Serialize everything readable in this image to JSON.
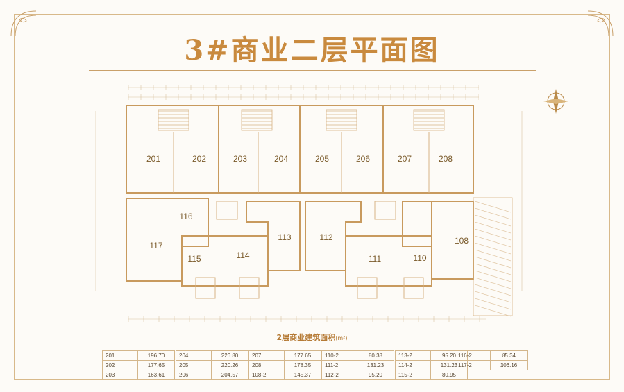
{
  "title": "3#商业二层平面图",
  "area_table_title": "2层商业建筑面积",
  "area_table_unit": "(m²)",
  "colors": {
    "gold": "#c98a3e",
    "line": "#d3b68b",
    "wall": "#c89a5e"
  },
  "compass_icon": "compass-rose-icon",
  "upper_units": [
    "201",
    "202",
    "203",
    "204",
    "205",
    "206",
    "207",
    "208"
  ],
  "lower_units": [
    "116",
    "117",
    "115",
    "114",
    "113",
    "112",
    "111",
    "110",
    "108"
  ],
  "area_tables": [
    [
      [
        "201",
        "196.70"
      ],
      [
        "202",
        "177.65"
      ],
      [
        "203",
        "163.61"
      ]
    ],
    [
      [
        "204",
        "226.80"
      ],
      [
        "205",
        "220.26"
      ],
      [
        "206",
        "204.57"
      ]
    ],
    [
      [
        "207",
        "177.65"
      ],
      [
        "208",
        "178.35"
      ],
      [
        "108-2",
        "145.37"
      ]
    ],
    [
      [
        "110-2",
        "80.38"
      ],
      [
        "111-2",
        "131.23"
      ],
      [
        "112-2",
        "95.20"
      ]
    ],
    [
      [
        "113-2",
        "95.20"
      ],
      [
        "114-2",
        "131.23"
      ],
      [
        "115-2",
        "80.95"
      ]
    ],
    [
      [
        "116-2",
        "85.34"
      ],
      [
        "117-2",
        "106.16"
      ]
    ]
  ]
}
